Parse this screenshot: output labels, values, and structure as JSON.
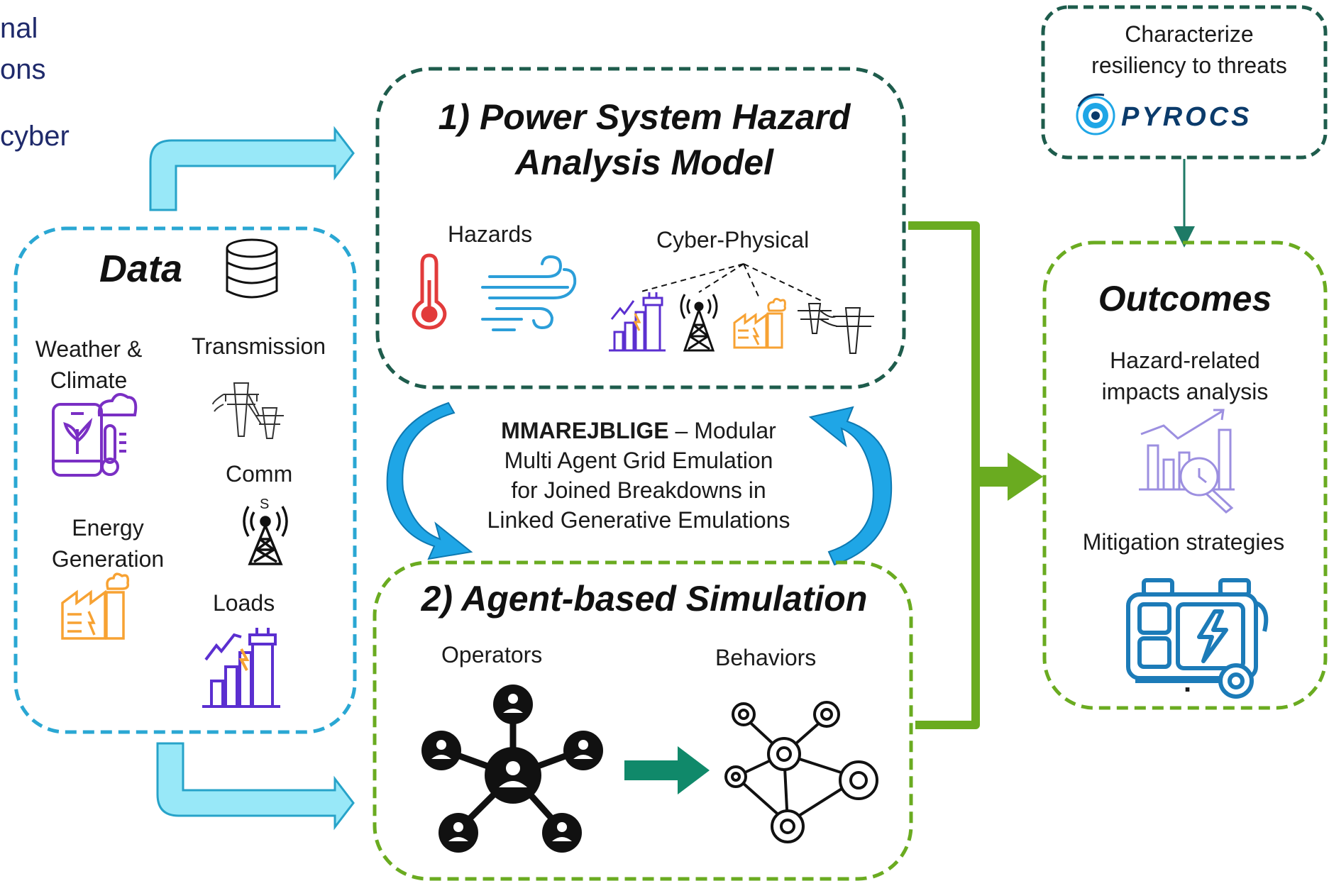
{
  "cut_text": [
    "nal",
    "ons",
    "cyber"
  ],
  "data_panel": {
    "title": "Data",
    "weather": [
      "Weather &",
      "Climate"
    ],
    "transmission": "Transmission",
    "comm": "Comm",
    "energy": [
      "Energy",
      "Generation"
    ],
    "loads": "Loads"
  },
  "hazard_model": {
    "title_line1": "1) Power System Hazard",
    "title_line2": "Analysis Model",
    "hazards_label": "Hazards",
    "cyber_label": "Cyber-Physical"
  },
  "agent_sim": {
    "title": "2) Agent-based Simulation",
    "operators_label": "Operators",
    "behaviors_label": "Behaviors"
  },
  "emulation": {
    "acronym": "MMAREJBLIGE",
    "dash_text": " – Modular",
    "lines": [
      "Multi Agent Grid Emulation",
      "for Joined Breakdowns in",
      "Linked Generative Emulations"
    ]
  },
  "pyrocs_box": {
    "line1": "Characterize",
    "line2": "resiliency to threats",
    "logo_text": "PYROCS"
  },
  "outcomes": {
    "title": "Outcomes",
    "hazard_impacts": [
      "Hazard-related",
      "impacts analysis"
    ],
    "mitigation": "Mitigation strategies",
    "dot": "."
  },
  "colors": {
    "dark_teal": "#1e5c4c",
    "light_blue": "#2aa7d3",
    "lime": "#6aab20",
    "arrow_cyan": "#8ee3f7",
    "arrow_blue": "#1fa6e6",
    "green_arrow": "#10896a",
    "purple": "#7a2fc4",
    "orange": "#f7a233",
    "red": "#e23b3b",
    "icon_blue": "#2b9ed9"
  }
}
